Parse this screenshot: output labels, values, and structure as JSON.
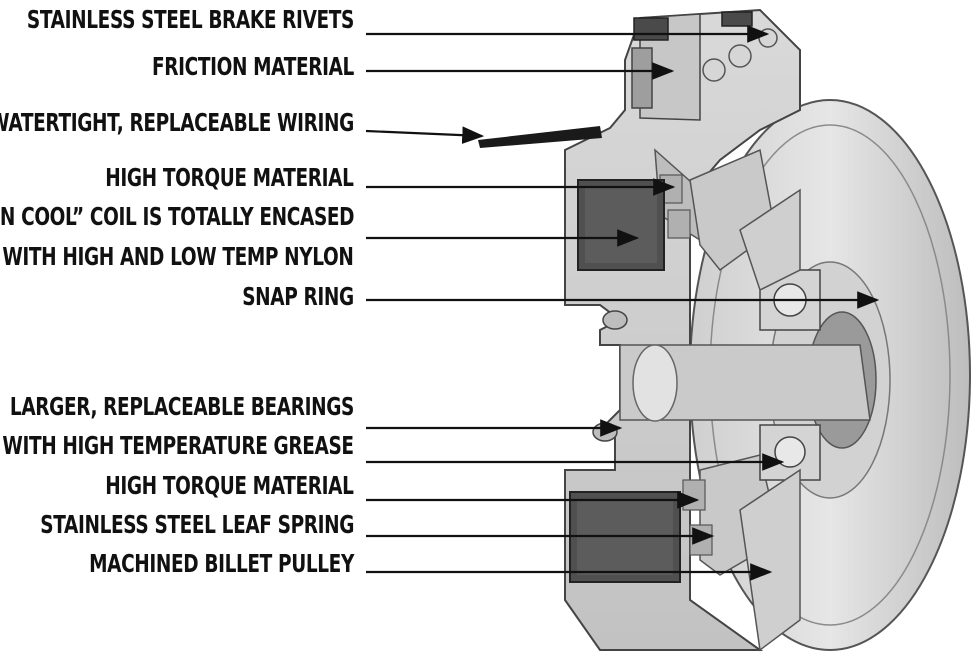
{
  "labels": [
    "STAINLESS STEEL BRAKE RIVETS",
    "FRICTION MATERIAL",
    "WATERTIGHT, REPLACEABLE WIRING",
    "HIGH TORQUE MATERIAL",
    "“RUN COOL” COIL IS TOTALLY ENCASED",
    "WITH HIGH AND LOW TEMP NYLON",
    "SNAP RING",
    "LARGER, REPLACEABLE BEARINGS",
    "WITH HIGH TEMPERATURE GREASE",
    "HIGH TORQUE MATERIAL",
    "STAINLESS STEEL LEAF SPRING",
    "MACHINED BILLET PULLEY"
  ],
  "colors": {
    "text": "#111111",
    "arrow": "#111111",
    "part_light": "#dcdcdc",
    "part_mid": "#b9b9b9",
    "part_dark": "#8c8c8c",
    "coil": "#505050",
    "wire": "#1a1a1a"
  }
}
